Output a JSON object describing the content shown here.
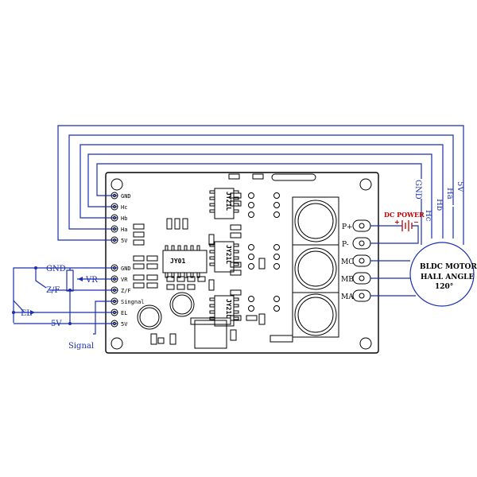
{
  "left_pins": [
    "GND",
    "Hc",
    "Hb",
    "Ha",
    "5V"
  ],
  "ctrl_pins": [
    "GND",
    "VR",
    "Z/F",
    "Singnal",
    "EL",
    "5V"
  ],
  "right_terms": [
    "P+",
    "P-",
    "MC",
    "MB",
    "MA"
  ],
  "chip_label": "JY01",
  "driver_label": "JY21L",
  "hall_labels": [
    "GND",
    "Hc",
    "Hb",
    "Ha",
    "5V"
  ],
  "power_label": "DC POWER",
  "power_plus": "+",
  "power_minus": "−",
  "motor_lines": [
    "BLDC MOTOR",
    "HALL ANGLE",
    "120°"
  ],
  "ext_labels": {
    "gnd": "GND",
    "vr": "VR",
    "zf": "Z/F",
    "el": "EL",
    "v5": "5V",
    "signal": "Signal"
  },
  "colors": {
    "wire": "#1a2fb0",
    "power": "#c00000",
    "board": "#000000"
  }
}
